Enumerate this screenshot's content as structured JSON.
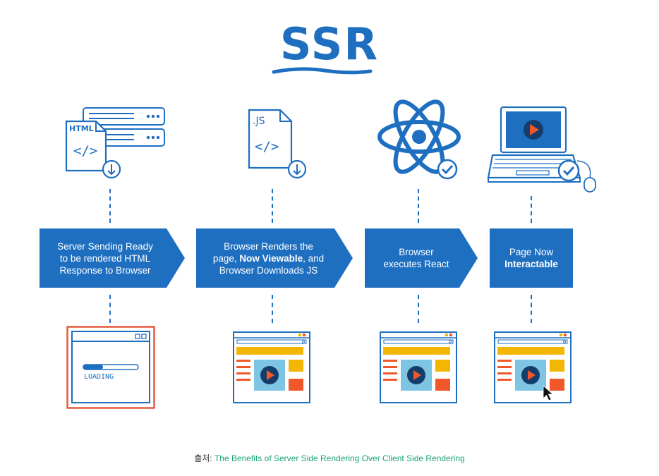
{
  "title": "SSR",
  "steps": [
    {
      "line1": "Server Sending Ready",
      "line2": "to be rendered HTML",
      "line3": "Response to Browser"
    },
    {
      "line1": "Browser Renders the",
      "line2_pre": "page, ",
      "line2_bold": "Now Viewable",
      "line2_post": ", and",
      "line3": "Browser Downloads JS"
    },
    {
      "line1": "Browser",
      "line2": "executes React"
    },
    {
      "line1": "Page Now",
      "line2_bold": "Interactable"
    }
  ],
  "icons": {
    "html_file": "HTML",
    "js_file": ".JS",
    "code_glyph": "</>",
    "loading": "LOADING"
  },
  "caption": {
    "prefix": "출처: ",
    "link_text": "The Benefits of Server Side Rendering Over Client Side Rendering"
  },
  "colors": {
    "primary_blue": "#1f6fc1",
    "loading_border": "#e35a3f",
    "yellow": "#f2b705",
    "orange": "#f0572a",
    "video_blue": "#7ec4e3",
    "link_green": "#1aa37a"
  }
}
